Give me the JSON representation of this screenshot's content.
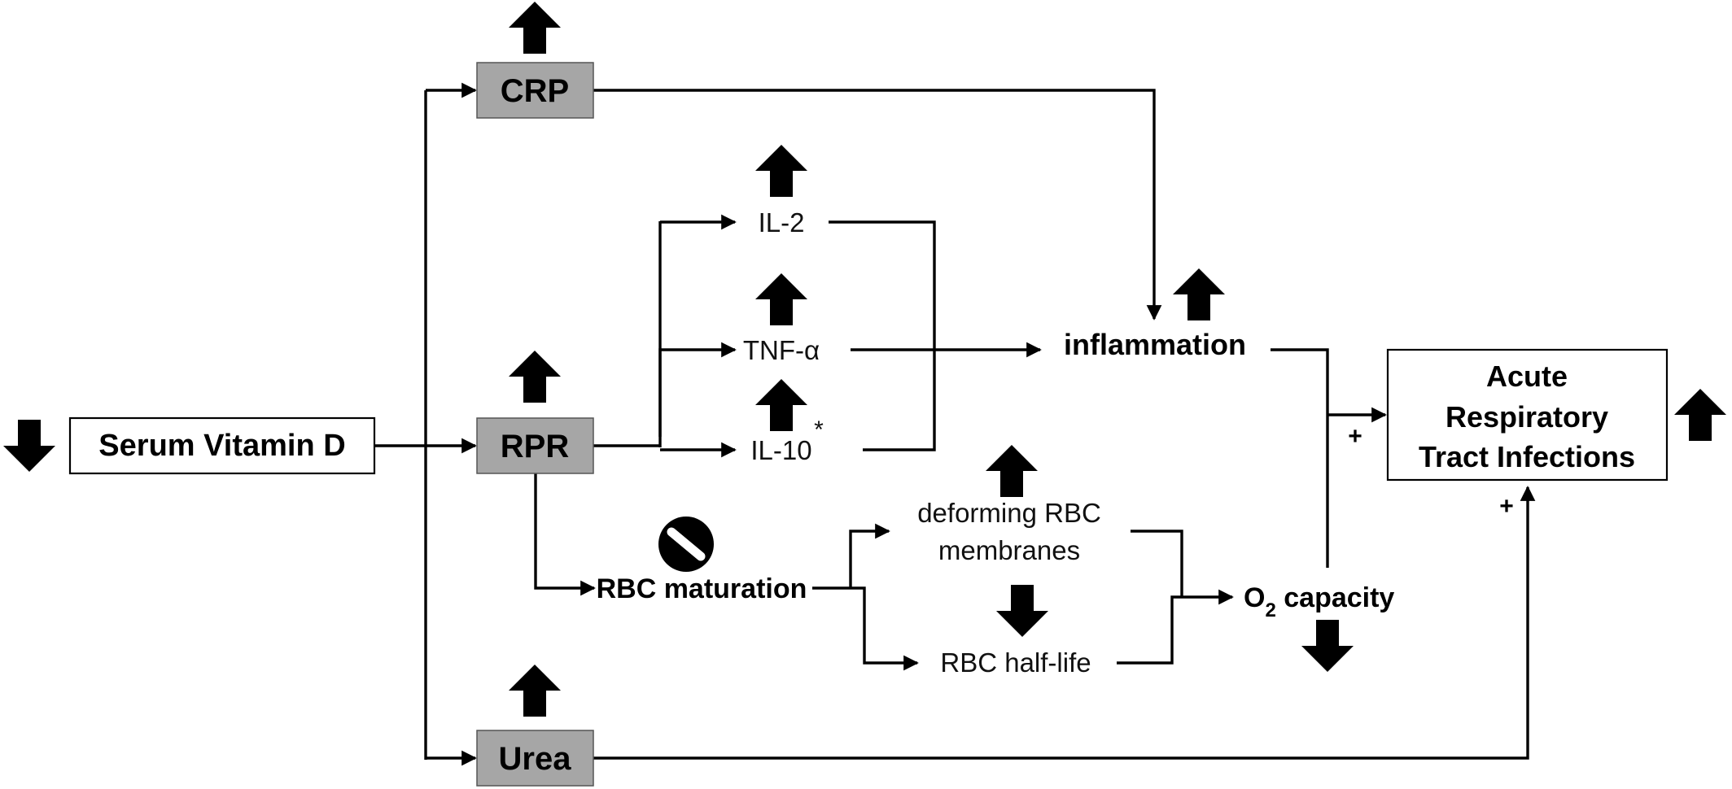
{
  "nodes": {
    "serum_vitamin_d": "Serum Vitamin D",
    "crp": "CRP",
    "rpr": "RPR",
    "urea": "Urea",
    "il2": "IL-2",
    "tnf": "TNF-α",
    "il10": "IL-10",
    "il10_note": "*",
    "inflammation": "inflammation",
    "ari_line1": "Acute",
    "ari_line2": "Respiratory",
    "ari_line3": "Tract Infections",
    "rbc_maturation": "RBC maturation",
    "deforming_line1": "deforming RBC",
    "deforming_line2": "membranes",
    "rbc_half_life": "RBC half-life",
    "o2_o": "O",
    "o2_sub": "2",
    "o2_rest": " capacity"
  },
  "signs": {
    "inflammation_plus": "+",
    "urea_plus": "+"
  },
  "indicators": {
    "serum_vitamin_d": "down-arrow",
    "crp": "up-arrow",
    "rpr": "up-arrow",
    "urea": "up-arrow",
    "il2": "up-arrow",
    "tnf": "up-arrow",
    "il10": "up-arrow",
    "inflammation": "up-arrow",
    "ari": "up-arrow",
    "deforming_membranes": "up-arrow",
    "rbc_half_life": "down-arrow",
    "o2_capacity": "down-arrow",
    "rbc_maturation": "prohibited-icon"
  },
  "colors": {
    "grey_box": "#a6a6a6",
    "line": "#000000"
  }
}
